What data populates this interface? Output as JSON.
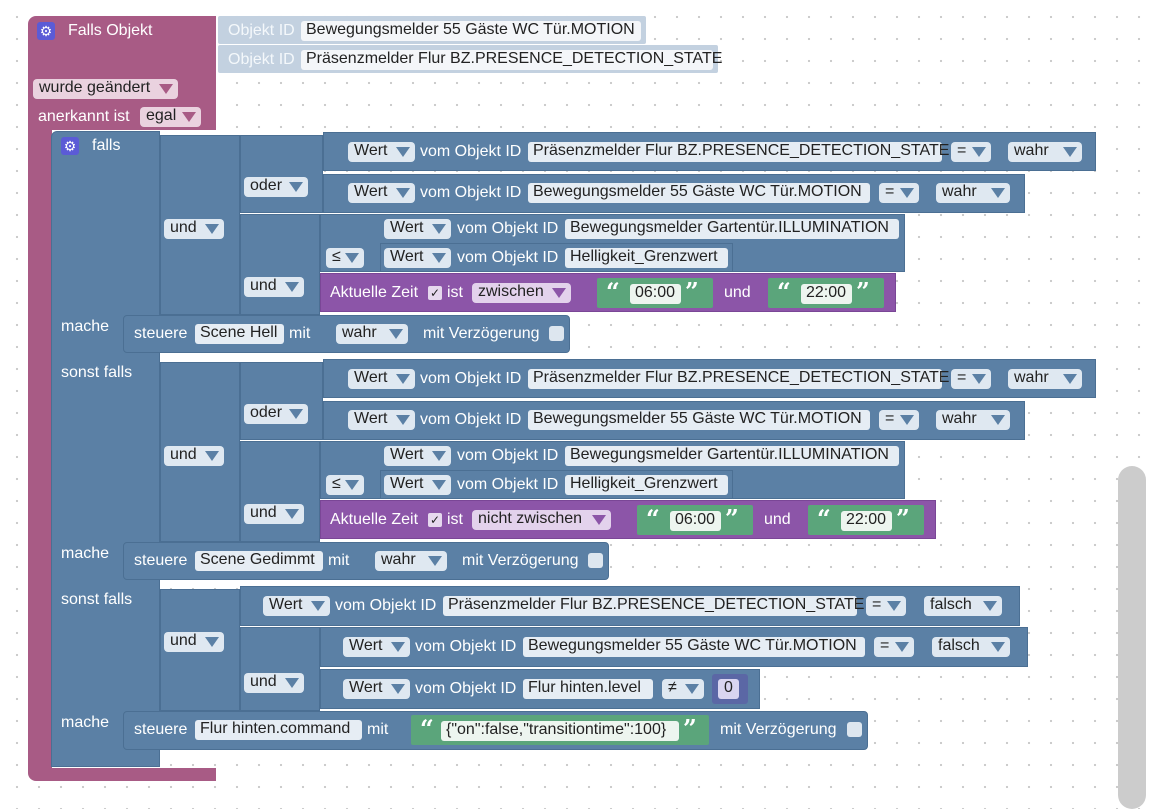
{
  "trigger": {
    "label": "Falls Objekt",
    "objid_label": "Objekt ID",
    "obj1": "Bewegungsmelder 55 Gäste WC Tür.MOTION",
    "obj2": "Präsenzmelder Flur BZ.PRESENCE_DETECTION_STATE",
    "changed": "wurde geändert",
    "ack_label": "anerkannt ist",
    "ack_value": "egal"
  },
  "words": {
    "falls": "falls",
    "mache": "mache",
    "sonst_falls": "sonst falls",
    "oder": "oder",
    "und": "und",
    "wert": "Wert",
    "vom_objekt": "vom Objekt ID",
    "eq": "=",
    "le": "≤",
    "ne": "≠",
    "wahr": "wahr",
    "falsch": "falsch",
    "steuere": "steuere",
    "mit": "mit",
    "verz": "mit Verzögerung",
    "aktuelle_zeit": "Aktuelle Zeit",
    "ist": "ist",
    "zwischen": "zwischen",
    "nicht_zwischen": "nicht zwischen",
    "check": "✓",
    "quote_open": "“",
    "quote_close": "”"
  },
  "objects": {
    "presence": "Präsenzmelder Flur BZ.PRESENCE_DETECTION_STATE",
    "motion": "Bewegungsmelder 55 Gäste WC Tür.MOTION",
    "illum": "Bewegungsmelder Gartentür.ILLUMINATION",
    "grenz": "Helligkeit_Grenzwert",
    "flur_level": "Flur hinten.level"
  },
  "times": {
    "start": "06:00",
    "end": "22:00"
  },
  "actions": {
    "a1_target": "Scene Hell",
    "a2_target": "Scene Gedimmt",
    "a3_target": "Flur hinten.command",
    "a3_value": "{\"on\":false,\"transitiontime\":100}"
  },
  "level_value": "0",
  "colors": {
    "event": "#a85b85",
    "logic": "#5b80a5",
    "time": "#8c55a8",
    "text": "#5ba57b"
  }
}
